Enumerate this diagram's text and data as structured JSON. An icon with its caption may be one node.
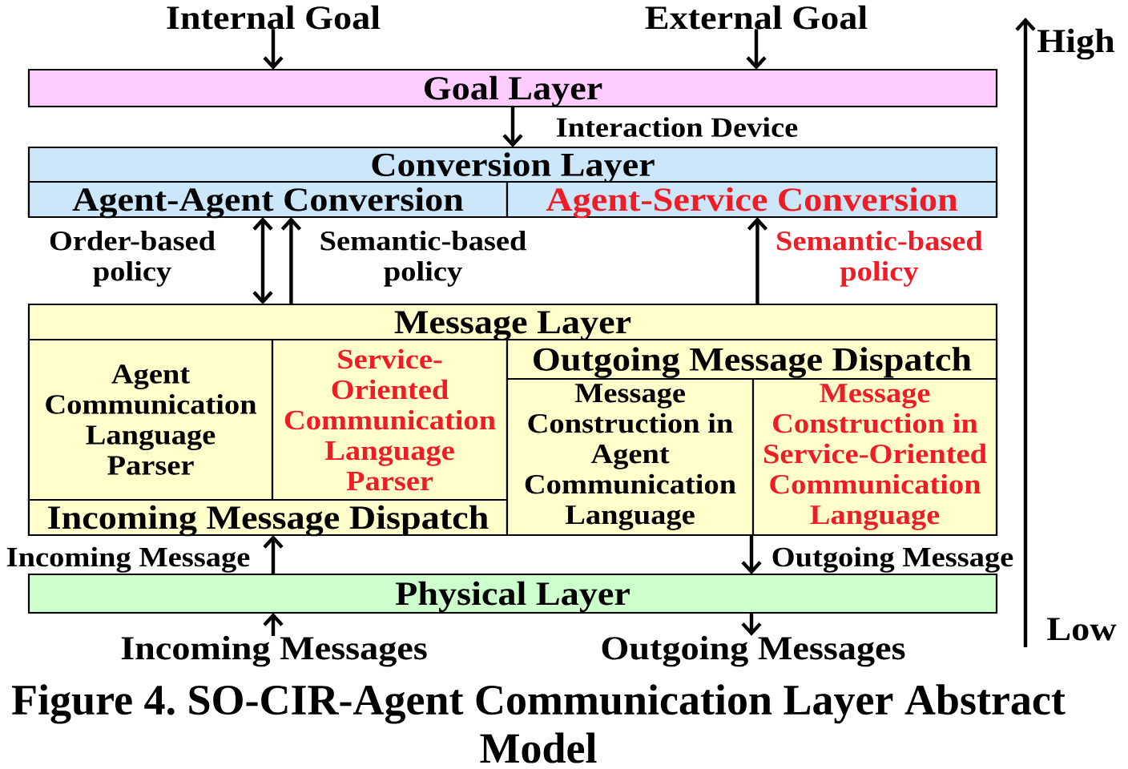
{
  "diagram": {
    "caption": "Figure 4. SO-CIR-Agent Communication Layer Abstract Model",
    "nodes": [
      {
        "text": [
          "Internal Goal"
        ]
      },
      {
        "text": [
          "External Goal"
        ]
      },
      {
        "text": [
          "Goal Layer"
        ]
      },
      {
        "text": [
          "Conversion Layer"
        ]
      },
      {
        "text": [
          "Agent-Agent Conversion"
        ],
        "in": 3
      },
      {
        "text": [
          "Agent-Service Conversion"
        ],
        "in": 3
      },
      {
        "text": [
          "Message Layer"
        ]
      },
      {
        "text": [
          "Agent Communication Language Parser"
        ],
        "in": 6
      },
      {
        "text": [
          "Service-Oriented Communication Language Parser"
        ],
        "in": 6
      },
      {
        "text": [
          "Incoming Message Dispatch"
        ],
        "in": 6
      },
      {
        "text": [
          "Outgoing Message Dispatch"
        ],
        "in": 6
      },
      {
        "text": [
          "Message Construction in Agent Communication Language"
        ],
        "in": 6
      },
      {
        "text": [
          "Message Construction in Service-Oriented Communication Language"
        ],
        "in": 6
      },
      {
        "text": [
          "Physical Layer"
        ]
      },
      {
        "text": [
          "Incoming Messages"
        ]
      },
      {
        "text": [
          "Outgoing Messages"
        ]
      }
    ],
    "edges": [
      {
        "from": 0,
        "to": 2,
        "arrow": "to"
      },
      {
        "from": 1,
        "to": 2,
        "arrow": "to"
      },
      {
        "from": 2,
        "to": 3,
        "arrow": "to",
        "label": "Interaction Device"
      },
      {
        "from": 6,
        "to": 4,
        "arrow": "both",
        "label": "Order-based policy"
      },
      {
        "from": 6,
        "to": 4,
        "arrow": "to",
        "label": "Semantic-based policy"
      },
      {
        "from": 6,
        "to": 5,
        "arrow": "to",
        "label": "Semantic-based policy"
      },
      {
        "from": 13,
        "to": 9,
        "arrow": "to",
        "label": "Incoming Message"
      },
      {
        "from": 6,
        "to": 13,
        "arrow": "to",
        "label": "Outgoing Message"
      },
      {
        "from": 14,
        "to": 13,
        "arrow": "to"
      },
      {
        "from": 13,
        "to": 15,
        "arrow": "to"
      }
    ],
    "labels": [
      "High",
      "Low"
    ]
  }
}
